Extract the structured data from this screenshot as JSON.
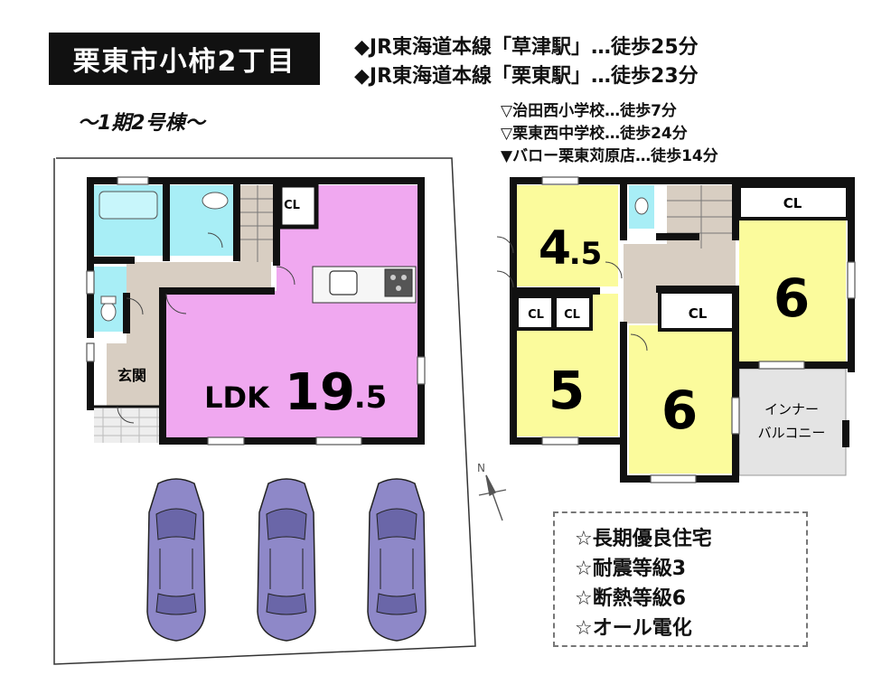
{
  "header": {
    "title": "栗東市小柿2丁目",
    "phase_label": "～1期2号棟～"
  },
  "access": [
    "◆JR東海道本線「草津駅」…徒歩25分",
    "◆JR東海道本線「栗東駅」…徒歩23分"
  ],
  "nearby": [
    "▽治田西小学校…徒歩7分",
    "▽栗東西中学校…徒歩24分",
    "▼バロー栗東苅原店…徒歩14分"
  ],
  "floor1": {
    "ldk_prefix": "LDK",
    "ldk_int": "19",
    "ldk_dec": ".5",
    "closet": "CL",
    "entrance": "玄関"
  },
  "floor2": {
    "room_a_int": "4",
    "room_a_dec": ".5",
    "room_b": "5",
    "room_c": "6",
    "room_d": "6",
    "closet": "CL",
    "balcony_line1": "インナー",
    "balcony_line2": "バルコニー"
  },
  "compass": "N",
  "features": [
    "☆長期優良住宅",
    "☆耐震等級3",
    "☆断熱等級6",
    "☆オール電化"
  ],
  "colors": {
    "ldk": "#f0a8f0",
    "bedroom": "#fbfb9c",
    "water": "#a8eef6",
    "hall": "#d8cec2",
    "balcony": "#e4e4e4",
    "car": "#8e88c8",
    "wall": "#111111"
  }
}
